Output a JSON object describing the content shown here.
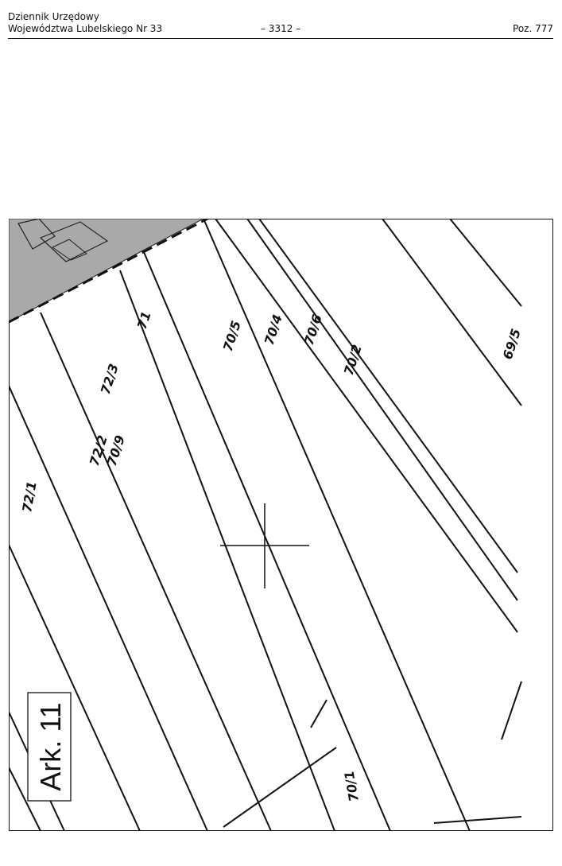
{
  "header": {
    "line1": "Dziennik Urzędowy",
    "line2": "Województwa Lubelskiego Nr 33",
    "page_number": "– 3312 –",
    "position": "Poz. 777"
  },
  "map": {
    "sheet_label": "Ark. 11",
    "parcels": [
      "72/1",
      "72/2",
      "70/9",
      "72/3",
      "71",
      "70/5",
      "70/4",
      "70/6",
      "70/2",
      "69/5",
      "70/1"
    ],
    "colors": {
      "built_area": "#a9a9a9",
      "line": "#111111",
      "background": "#ffffff"
    }
  }
}
